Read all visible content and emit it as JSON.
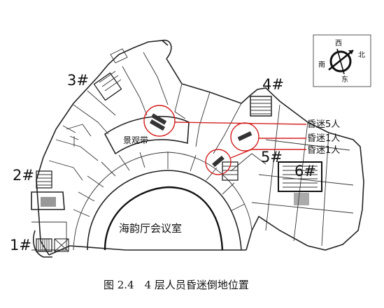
{
  "figure": {
    "caption": "图 2.4　4 层人员昏迷倒地位置"
  },
  "stairs": [
    {
      "id": "stair-1",
      "label": "1#"
    },
    {
      "id": "stair-2",
      "label": "2#"
    },
    {
      "id": "stair-3",
      "label": "3#"
    },
    {
      "id": "stair-4",
      "label": "4#"
    },
    {
      "id": "stair-5",
      "label": "5#"
    },
    {
      "id": "stair-6",
      "label": "6#"
    }
  ],
  "rooms": {
    "hall": "海韵厅会议室",
    "viewing_belt": "景观带"
  },
  "casualties": [
    {
      "label": "昏迷5人"
    },
    {
      "label": "昏迷1人"
    },
    {
      "label": "昏迷1人"
    }
  ],
  "compass": {
    "west": "西",
    "north": "北",
    "south": "南",
    "east": "东"
  },
  "colors": {
    "marker": "#d42020",
    "lines": "#222222"
  }
}
